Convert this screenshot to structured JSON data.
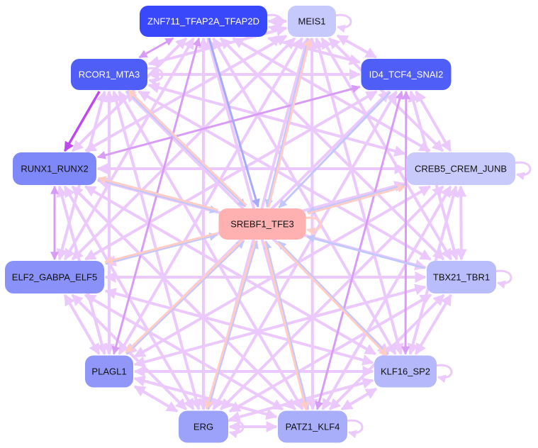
{
  "colors": {
    "l": "#ebc9fd",
    "m": "#d99cf6",
    "d": "#bf48f2",
    "b": "#c2c8fb",
    "bd": "#a4acf9",
    "s": "#ffcdc6"
  },
  "nodes": [
    {
      "id": "ZNF711_TFAP2A_TFAP2D",
      "fill": "#3a48fb",
      "text": "#ffffff"
    },
    {
      "id": "MEIS1",
      "fill": "#c6c9fc",
      "text": "#111111"
    },
    {
      "id": "RCOR1_MTA3",
      "fill": "#4f5ef6",
      "text": "#ffffff"
    },
    {
      "id": "ID4_TCF4_SNAI2",
      "fill": "#4f5ef6",
      "text": "#ffffff"
    },
    {
      "id": "RUNX1_RUNX2",
      "fill": "#7f88f8",
      "text": "#111111"
    },
    {
      "id": "CREB5_CREM_JUNB",
      "fill": "#c8cafc",
      "text": "#111111"
    },
    {
      "id": "SREBF1_TFE3",
      "fill": "#ffb1b1",
      "text": "#111111"
    },
    {
      "id": "ELF2_GABPA_ELF5",
      "fill": "#8a91f8",
      "text": "#111111"
    },
    {
      "id": "TBX21_TBR1",
      "fill": "#b9bdfb",
      "text": "#111111"
    },
    {
      "id": "PLAGL1",
      "fill": "#9097f9",
      "text": "#111111"
    },
    {
      "id": "KLF16_SP2",
      "fill": "#b5b9fb",
      "text": "#111111"
    },
    {
      "id": "ERG",
      "fill": "#9ca2f9",
      "text": "#111111"
    },
    {
      "id": "PATZ1_KLF4",
      "fill": "#a9aefa",
      "text": "#111111"
    }
  ],
  "edges": [
    [
      0,
      1,
      "l"
    ],
    [
      0,
      2,
      "m"
    ],
    [
      0,
      3,
      "l"
    ],
    [
      0,
      4,
      "l"
    ],
    [
      0,
      5,
      "l"
    ],
    [
      0,
      7,
      "l"
    ],
    [
      0,
      8,
      "l"
    ],
    [
      0,
      9,
      "m"
    ],
    [
      0,
      10,
      "l"
    ],
    [
      0,
      11,
      "l"
    ],
    [
      0,
      12,
      "l"
    ],
    [
      1,
      2,
      "l"
    ],
    [
      1,
      3,
      "l"
    ],
    [
      1,
      4,
      "l"
    ],
    [
      1,
      5,
      "l"
    ],
    [
      1,
      7,
      "l"
    ],
    [
      1,
      8,
      "l"
    ],
    [
      1,
      9,
      "l"
    ],
    [
      1,
      10,
      "l"
    ],
    [
      1,
      11,
      "l"
    ],
    [
      1,
      12,
      "l"
    ],
    [
      2,
      3,
      "l"
    ],
    [
      2,
      4,
      "d"
    ],
    [
      2,
      5,
      "l"
    ],
    [
      2,
      7,
      "l"
    ],
    [
      2,
      8,
      "l"
    ],
    [
      2,
      9,
      "l"
    ],
    [
      2,
      10,
      "l"
    ],
    [
      2,
      11,
      "l"
    ],
    [
      2,
      12,
      "l"
    ],
    [
      3,
      4,
      "m"
    ],
    [
      3,
      5,
      "l"
    ],
    [
      3,
      7,
      "l"
    ],
    [
      3,
      8,
      "l"
    ],
    [
      3,
      9,
      "l"
    ],
    [
      3,
      10,
      "m"
    ],
    [
      3,
      11,
      "l"
    ],
    [
      3,
      12,
      "m"
    ],
    [
      4,
      5,
      "l"
    ],
    [
      4,
      7,
      "m"
    ],
    [
      4,
      8,
      "l"
    ],
    [
      4,
      9,
      "l"
    ],
    [
      4,
      10,
      "l"
    ],
    [
      4,
      11,
      "l"
    ],
    [
      4,
      12,
      "l"
    ],
    [
      5,
      7,
      "l"
    ],
    [
      5,
      8,
      "l"
    ],
    [
      5,
      9,
      "l"
    ],
    [
      5,
      10,
      "l"
    ],
    [
      5,
      11,
      "l"
    ],
    [
      5,
      12,
      "l"
    ],
    [
      7,
      8,
      "l"
    ],
    [
      7,
      9,
      "l"
    ],
    [
      7,
      10,
      "l"
    ],
    [
      7,
      11,
      "l"
    ],
    [
      7,
      12,
      "l"
    ],
    [
      8,
      9,
      "l"
    ],
    [
      8,
      10,
      "l"
    ],
    [
      8,
      11,
      "l"
    ],
    [
      8,
      12,
      "l"
    ],
    [
      9,
      10,
      "l"
    ],
    [
      9,
      11,
      "l"
    ],
    [
      9,
      12,
      "l"
    ],
    [
      10,
      11,
      "l"
    ],
    [
      10,
      12,
      "l"
    ],
    [
      11,
      12,
      "l"
    ],
    [
      0,
      6,
      "bd"
    ],
    [
      1,
      6,
      "b"
    ],
    [
      2,
      6,
      "b"
    ],
    [
      3,
      6,
      "b"
    ],
    [
      4,
      6,
      "b"
    ],
    [
      5,
      6,
      "b"
    ],
    [
      7,
      6,
      "b"
    ],
    [
      8,
      6,
      "b"
    ],
    [
      9,
      6,
      "b"
    ],
    [
      10,
      6,
      "b"
    ],
    [
      11,
      6,
      "b"
    ],
    [
      12,
      6,
      "b"
    ],
    [
      6,
      1,
      "s"
    ],
    [
      6,
      2,
      "s"
    ],
    [
      6,
      4,
      "s"
    ],
    [
      6,
      5,
      "s"
    ],
    [
      6,
      7,
      "s"
    ],
    [
      6,
      9,
      "s"
    ],
    [
      6,
      10,
      "s"
    ],
    [
      6,
      11,
      "s"
    ],
    [
      6,
      12,
      "s"
    ]
  ],
  "self_loops": [
    0,
    1,
    2,
    5,
    6,
    8,
    10,
    11,
    12
  ]
}
